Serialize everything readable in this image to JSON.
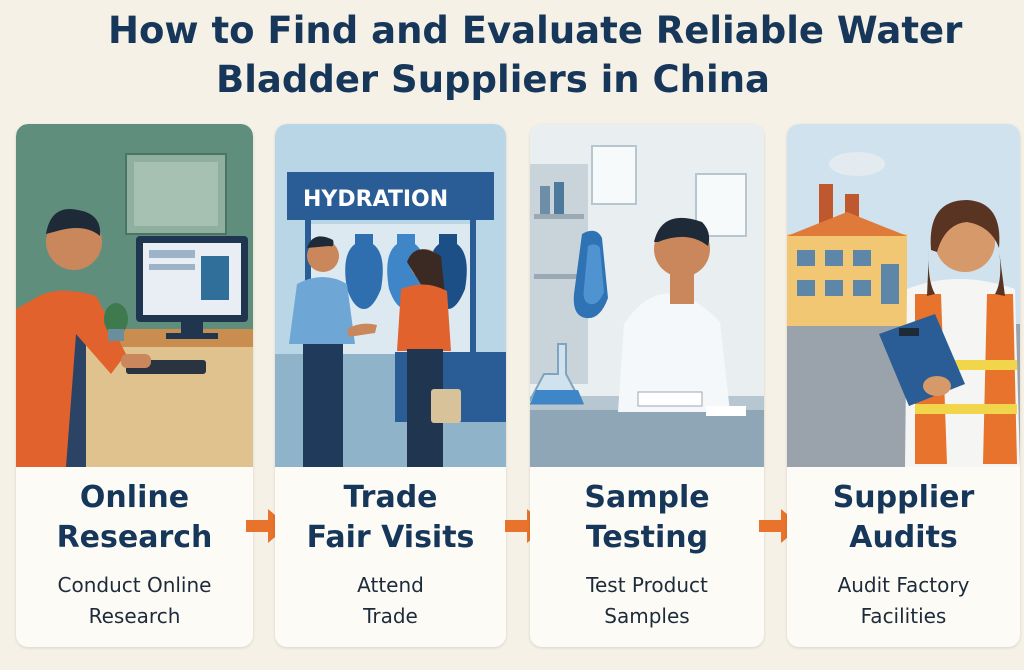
{
  "title": {
    "line1": "How to Find and Evaluate Reliable Water",
    "line2": "Bladder Suppliers in China"
  },
  "steps": [
    {
      "heading1": "Online",
      "heading2": "Research",
      "desc1": "Conduct Online",
      "desc2": "Research"
    },
    {
      "heading1": "Trade",
      "heading2": "Fair Visits",
      "desc1": "Attend",
      "desc2": "Trade",
      "sign": "HYDRATION"
    },
    {
      "heading1": "Sample",
      "heading2": "Testing",
      "desc1": "Test Product",
      "desc2": "Samples"
    },
    {
      "heading1": "Supplier",
      "heading2": "Audits",
      "desc1": "Audit Factory",
      "desc2": "Facilities"
    }
  ],
  "colors": {
    "title": "#16365a",
    "arrow": "#e8732c",
    "background": "#f6f1e7"
  },
  "icons": [
    "arrow-right-icon"
  ]
}
